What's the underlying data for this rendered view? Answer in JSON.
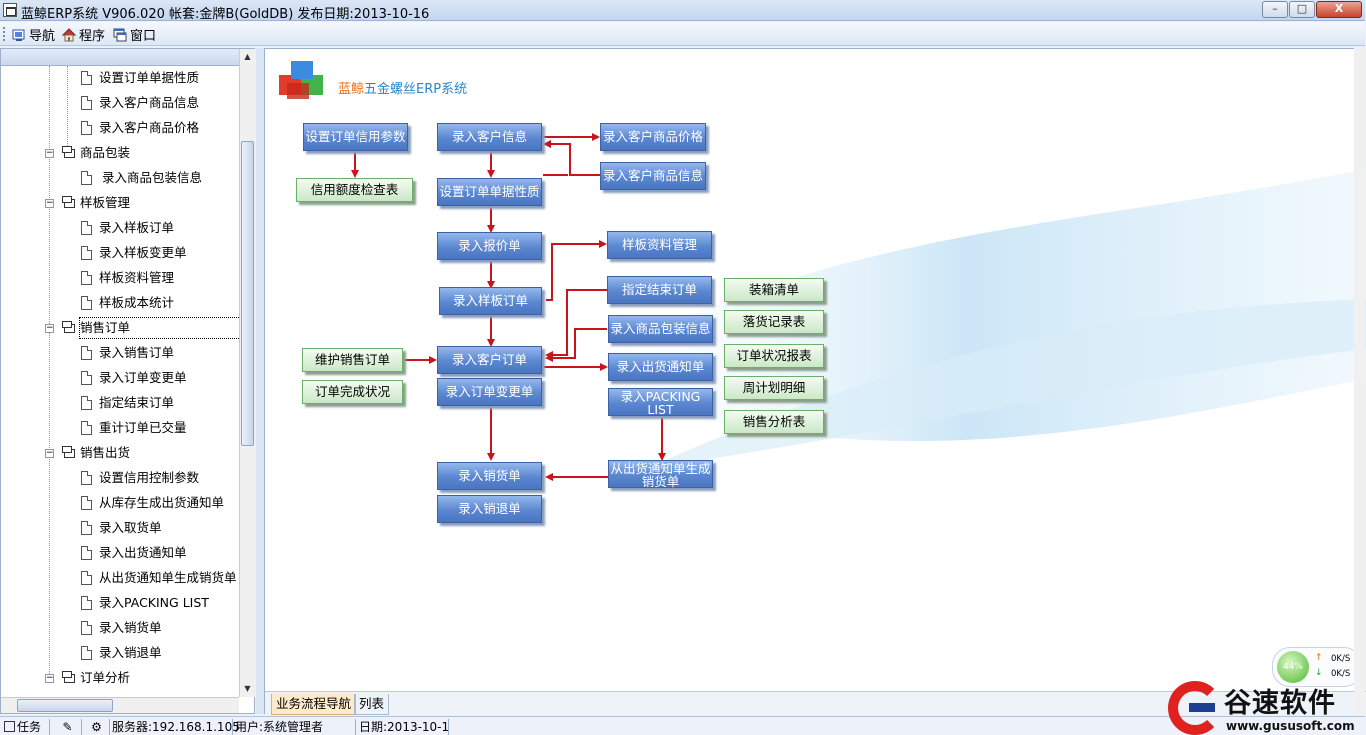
{
  "window": {
    "title": "蓝鲸ERP系统 V906.020 帐套:金牌B(GoldDB) 发布日期:2013-10-16",
    "buttons": {
      "minimize": "–",
      "maximize": "□",
      "close": "X"
    }
  },
  "menu": [
    {
      "label": "导航",
      "icon": "navigation-icon"
    },
    {
      "label": "程序",
      "icon": "home-icon"
    },
    {
      "label": "窗口",
      "icon": "window-icon"
    }
  ],
  "tree": {
    "groups": [
      {
        "label": null,
        "items": [
          "设置订单单据性质",
          "录入客户商品信息",
          "录入客户商品价格"
        ]
      },
      {
        "label": "商品包装",
        "items": [
          "录入商品包装信息"
        ]
      },
      {
        "label": "样板管理",
        "items": [
          "录入样板订单",
          "录入样板变更单",
          "样板资料管理",
          "样板成本统计"
        ]
      },
      {
        "label": "销售订单",
        "items": [
          "录入销售订单",
          "录入订单变更单",
          "指定结束订单",
          "重计订单已交量"
        ]
      },
      {
        "label": "销售出货",
        "items": [
          "设置信用控制参数",
          "从库存生成出货通知单",
          "录入取货单",
          "录入出货通知单",
          "从出货通知单生成销货单",
          "录入PACKING LIST",
          "录入销货单",
          "录入销退单"
        ]
      },
      {
        "label": "订单分析",
        "items": []
      }
    ]
  },
  "main": {
    "logo": {
      "prefix": "蓝鲸",
      "suffix": "五金螺丝ERP系统"
    },
    "flow_buttons": {
      "credit_params": "设置订单信用参数",
      "credit_check": "信用额度检查表",
      "cust_info": "录入客户信息",
      "cust_price": "录入客户商品价格",
      "cust_goods": "录入客户商品信息",
      "order_nature": "设置订单单据性质",
      "quote": "录入报价单",
      "sample_mgmt": "样板资料管理",
      "sample_order": "录入样板订单",
      "end_order": "指定结束订单",
      "pack_info": "录入商品包装信息",
      "maintain_order": "维护销售订单",
      "cust_order": "录入客户订单",
      "ship_notice": "录入出货通知单",
      "order_status": "订单完成状况",
      "order_change": "录入订单变更单",
      "packing_list_line1": "录入PACKING",
      "packing_list_line2": "LIST",
      "sales_bill": "录入销货单",
      "gen_sales_line1": "从出货通知单生成",
      "gen_sales_line2": "销货单",
      "sales_return": "录入销退单"
    },
    "report_buttons": [
      "装箱清单",
      "落货记录表",
      "订单状况报表",
      "周计划明细",
      "销售分析表"
    ],
    "tabs": [
      {
        "label": "业务流程导航",
        "active": true
      },
      {
        "label": "列表",
        "active": false
      }
    ],
    "net_widget": {
      "percent": "44%",
      "up": "0K/S",
      "down": "0K/S"
    }
  },
  "status_bar": {
    "tasks": "任务",
    "server": "服务器:192.168.1.105",
    "user": "用户:系统管理者",
    "date": "日期:2013-10-1"
  },
  "brand": {
    "name": "谷速软件",
    "url": "www.gususoft.com"
  },
  "colors": {
    "flow_blue": "#5b87d1",
    "report_green": "#cbe8c7",
    "arrow_red": "#c8141b"
  }
}
